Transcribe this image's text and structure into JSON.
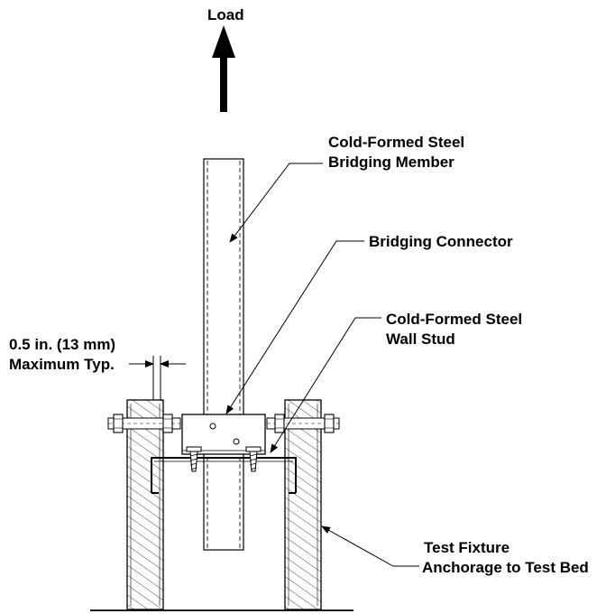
{
  "labels": {
    "load": "Load",
    "member_line1": "Cold-Formed Steel",
    "member_line2": "Bridging Member",
    "connector": "Bridging Connector",
    "stud_line1": "Cold-Formed Steel",
    "stud_line2": "Wall Stud",
    "dimension_line1": "0.5 in. (13 mm)",
    "dimension_line2": "Maximum Typ.",
    "fixture_line1": "Test Fixture",
    "fixture_line2": "Anchorage to Test Bed"
  },
  "colors": {
    "ink": "#000000",
    "background": "#ffffff"
  }
}
